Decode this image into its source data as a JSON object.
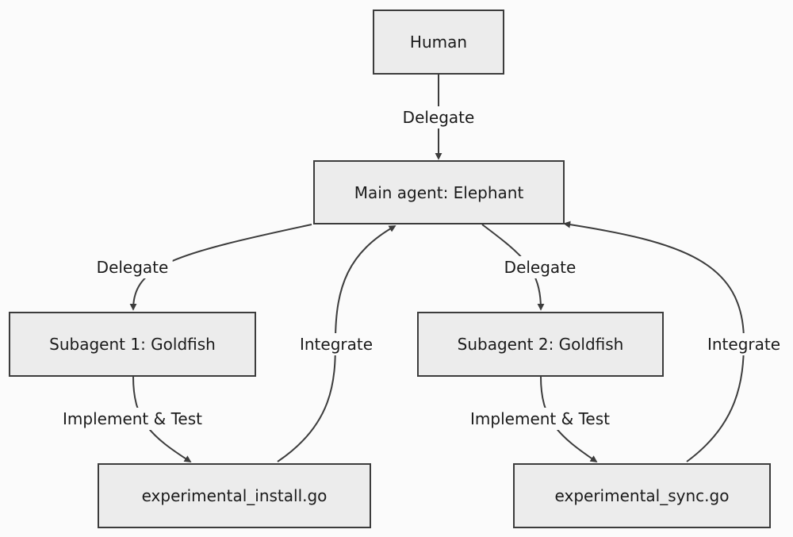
{
  "nodes": {
    "human": "Human",
    "main_agent": "Main agent: Elephant",
    "subagent_1": "Subagent 1: Goldfish",
    "subagent_2": "Subagent 2: Goldfish",
    "file_install": "experimental_install.go",
    "file_sync": "experimental_sync.go"
  },
  "edges": {
    "human_to_main": "Delegate",
    "main_to_sub1": "Delegate",
    "main_to_sub2": "Delegate",
    "sub1_to_install": "Implement & Test",
    "sub2_to_sync": "Implement & Test",
    "install_to_main": "Integrate",
    "sync_to_main": "Integrate"
  },
  "colors": {
    "background": "#fbfbfb",
    "node_fill": "#ececec",
    "stroke": "#3c3c3c",
    "text": "#1a1a1a"
  }
}
